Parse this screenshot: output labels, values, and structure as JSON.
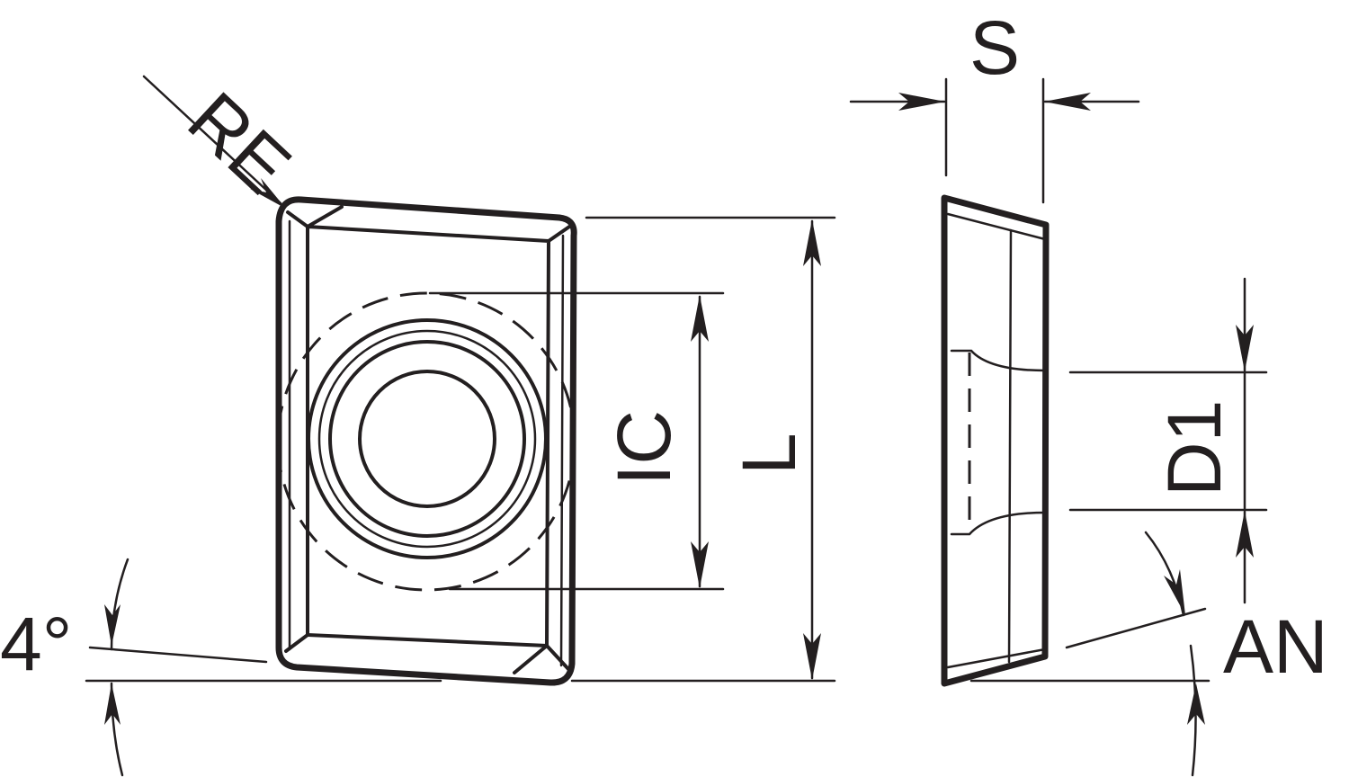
{
  "labels": {
    "re": "RE",
    "s": "S",
    "ic": "IC",
    "l": "L",
    "d1": "D1",
    "an": "AN",
    "angle": "4°"
  },
  "colors": {
    "line": "#231f20",
    "background": "#ffffff"
  }
}
